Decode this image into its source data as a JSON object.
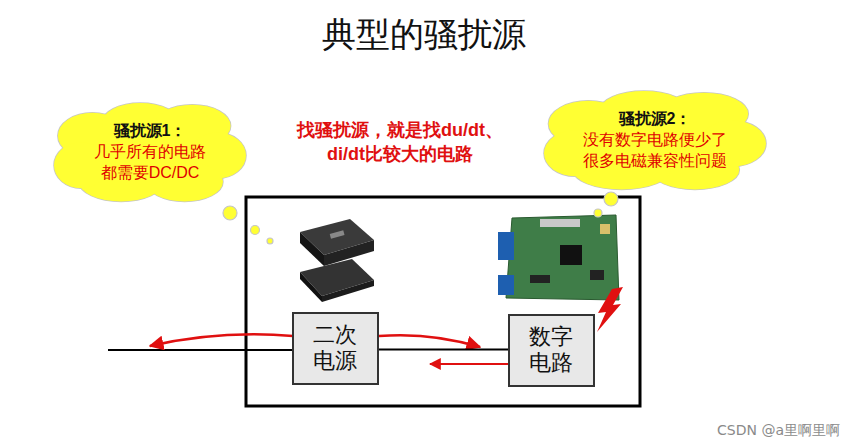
{
  "diagram": {
    "title": "典型的骚扰源",
    "nodes": [
      {
        "text": [
          "骚扰源1：",
          "几乎所有的电路 都需要DC/DC"
        ]
      },
      {
        "text": [
          "骚扰源2：",
          "没有数字电路便少了 很多电磁兼容性问题"
        ]
      },
      {
        "text": [
          "二次 电源"
        ]
      },
      {
        "text": [
          "数字 电路"
        ]
      }
    ],
    "edges": [
      {
        "from": 2,
        "to": 3,
        "arrow": "none"
      }
    ],
    "labels": [
      "找骚扰源，就是找du/dt、 di/dt比较大的电路",
      "CSDN @a里啊里啊"
    ]
  }
}
